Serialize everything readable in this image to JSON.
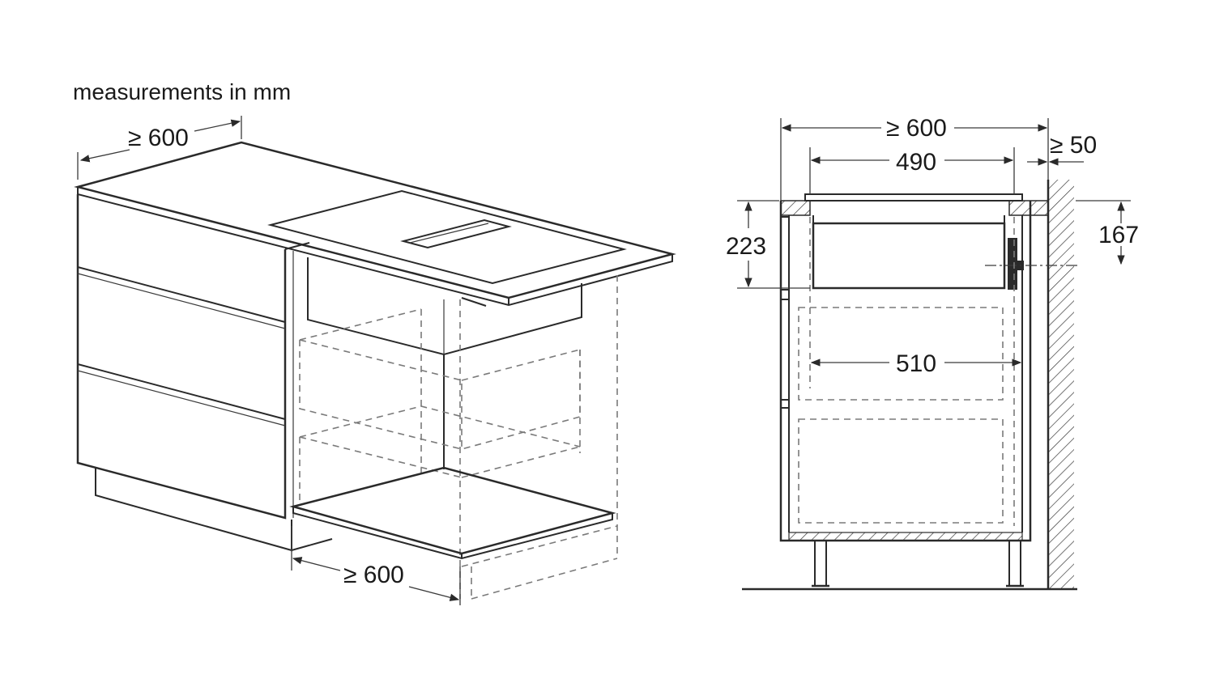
{
  "units_note": "measurements in mm",
  "left_view": {
    "depth_label": "≥ 600",
    "width_label": "≥ 600"
  },
  "right_view": {
    "cabinet_width_label": "≥ 600",
    "cutout_label": "490",
    "inner_width_label": "510",
    "wall_gap_label": "≥ 50",
    "height_left_label": "223",
    "height_right_label": "167"
  },
  "colors": {
    "line": "#2a2a2a",
    "hidden_line": "#7a7a7a",
    "floor_panel": "#f0f0f0"
  }
}
